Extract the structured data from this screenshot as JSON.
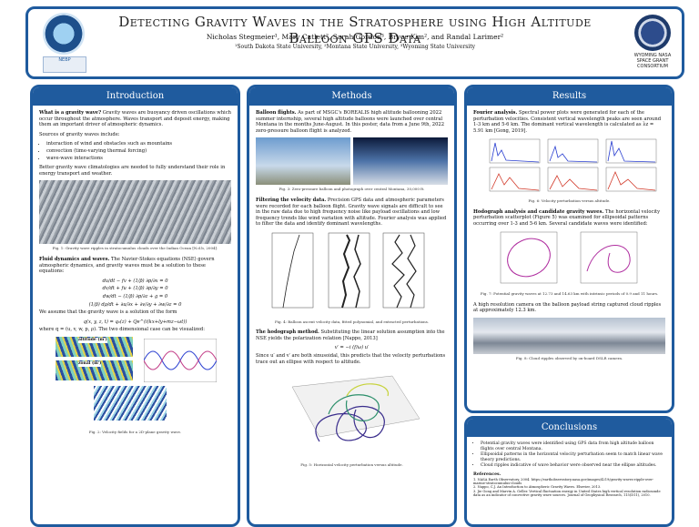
{
  "header": {
    "title": "Detecting Gravity Waves in the Stratosphere using High Altitude Balloon GPS Data",
    "authors": "Nicholas Stegmeier¹, Mary Catlett², Sarah Gordon³, Bryce Kim², and Randal Larimer²",
    "affiliations": "¹South Dakota State University, ²Montana State University, ³Wyoming State University",
    "logo_left_text": "NEBP",
    "logo_right_text": "WYOMING NASA SPACE GRANT CONSORTIUM"
  },
  "intro": {
    "heading": "Introduction",
    "p1_bold": "What is a gravity wave?",
    "p1": "Gravity waves are buoyancy driven oscillations which occur throughout the atmosphere. Waves transport and deposit energy, making them an important driver of atmospheric dynamics.",
    "p2": "Sources of gravity waves include:",
    "list": [
      "interaction of wind and obstacles such as mountains",
      "convection (time-varying thermal forcing)",
      "wave-wave interactions"
    ],
    "p3": "Better gravity wave climatologies are needed to fully understand their role in energy transport and weather.",
    "fig1_caption": "Fig. 1: Gravity wave ripples in stratocumulus clouds over the Indian Ocean [N.d.b, 2004].",
    "p4_bold": "Fluid dynamics and waves.",
    "p4": "The Navier-Stokes equations (NSE) govern atmospheric dynamics, and gravity waves must be a solution to these equations:",
    "eqs": [
      "du/dt − fv + (1/ρ̄) ∂p/∂x = 0",
      "dv/dt + fu + (1/ρ̄) ∂p/∂y = 0",
      "dw/dt − (1/ρ̄) ∂p/∂z + g = 0",
      "(1/ρ̄) dρ/dt + ∂u/∂x + ∂v/∂y + ∂w/∂z = 0"
    ],
    "p5": "We assume that the gravity wave is a solution of the form",
    "eq_solution": "q(x, y, z, t) = q₀(z) + Qe^(i(kx+ly+mz−ωt))",
    "p6": "where q = (u, v, w, p, ρ). The two dimensional case can be visualized:",
    "fig2_panel_top": "altitude (m')",
    "fig2_panel_mid": "zonal (m')",
    "fig2_caption": "Fig. 2: Velocity fields for a 2D-plane gravity wave."
  },
  "methods": {
    "heading": "Methods",
    "p1_bold": "Balloon flights.",
    "p1": "As part of MSGC's BOREALIS high altitude ballooning 2022 summer internship, several high altitude balloons were launched over central Montana in the months June-August. In this poster, data from a June 9th, 2022 zero-pressure balloon flight is analyzed.",
    "fig3_caption": "Fig. 3: Zero-pressure balloon and photograph over central Montana, 30,000 ft.",
    "p2_bold": "Filtering the velocity data.",
    "p2": "Precision GPS data and atmospheric parameters were recorded for each balloon flight. Gravity wave signals are difficult to see in the raw data due to high frequency noise like payload oscillations and low frequency trends like wind variation with altitude. Fourier analysis was applied to filter the data and identify dominant wavelengths.",
    "fig4_caption": "Fig. 4: Balloon ascent velocity data, fitted polynomial, and extracted perturbations.",
    "p3_bold": "The hodograph method.",
    "p3": "Substituting the linear solution assumption into the NSE yields the polarization relation [Nappo, 2013]",
    "eq_polar": "v′ = −i (f/ω) u′",
    "p4": "Since u′ and v′ are both sinusoidal, this predicts that the velocity perturbations trace out an ellipse with respect to altitude.",
    "fig5_caption": "Fig. 5: Horizontal velocity perturbation versus altitude."
  },
  "results": {
    "heading": "Results",
    "p1_bold": "Fourier analysis.",
    "p1": "Spectral power plots were generated for each of the perturbation velocities. Consistent vertical wavelength peaks are seen around 1-3 km and 5-6 km. The dominant vertical wavelength is calculated as λz = 5.91 km [Gong, 2019].",
    "fig6_caption": "Fig. 6: Velocity perturbation versus altitude.",
    "p2_bold": "Hodograph analysis and candidate gravity waves.",
    "p2": "The horizontal velocity perturbation scatterplot (Figure 5) was examined for ellipsoidal patterns occurring over 1-3 and 5-6 km. Several candidate waves were identified:",
    "fig7_caption": "Fig. 7: Potential gravity waves at 12.73 and 14.63 km with intrinsic periods of 0.9 and 11 hours.",
    "p3": "A high resolution camera on the balloon payload string captured cloud ripples at approximately 12.3 km.",
    "fig8_caption": "Fig. 8: Cloud ripples observed by on-board DSLR camera."
  },
  "conclusions": {
    "heading": "Conclusions",
    "list": [
      "Potential gravity waves were identified using GPS data from high altitude balloon flights over central Montana.",
      "Ellipsoidal patterns in the horizontal velocity perturbation seem to match linear wave theory predictions.",
      "Cloud ripples indicative of wave behavior were observed near the ellipse altitudes."
    ],
    "refs_heading": "References.",
    "refs": [
      "1. NASA Earth Observatory, 2004. https://earthobservatory.nasa.gov/images/4219/gravity-waves-ripple-over-marine-stratocumulus-clouds",
      "2. Nappo, C.J. An Introduction to Atmospheric Gravity Waves. Elsevier, 2013.",
      "3. Jie Gong and Marvin A. Geller. Vertical fluctuation energy in United States high vertical resolution radiosonde data as an indicator of convective gravity wave sources. Journal of Geophysical Research, 115(D11), 2010."
    ]
  }
}
